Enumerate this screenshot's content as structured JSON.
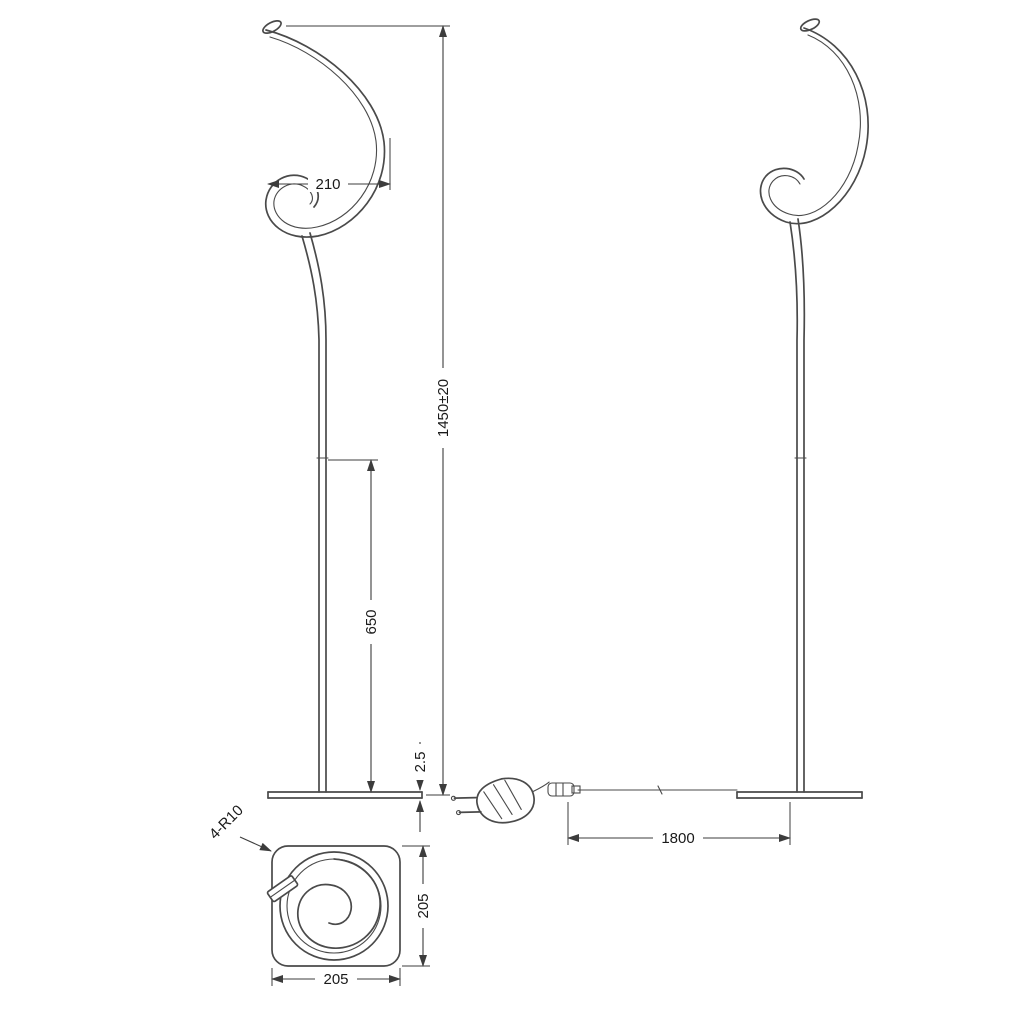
{
  "colors": {
    "line": "#4a4a4a",
    "text": "#1a1a1a",
    "background": "#ffffff"
  },
  "dimensions": {
    "spiral_width": "210",
    "total_height": "1450±20",
    "pole_height": "650",
    "base_thickness": "2.5",
    "cable_length": "1800",
    "corner_radius": "4-R10",
    "base_depth": "205",
    "base_width": "205"
  }
}
